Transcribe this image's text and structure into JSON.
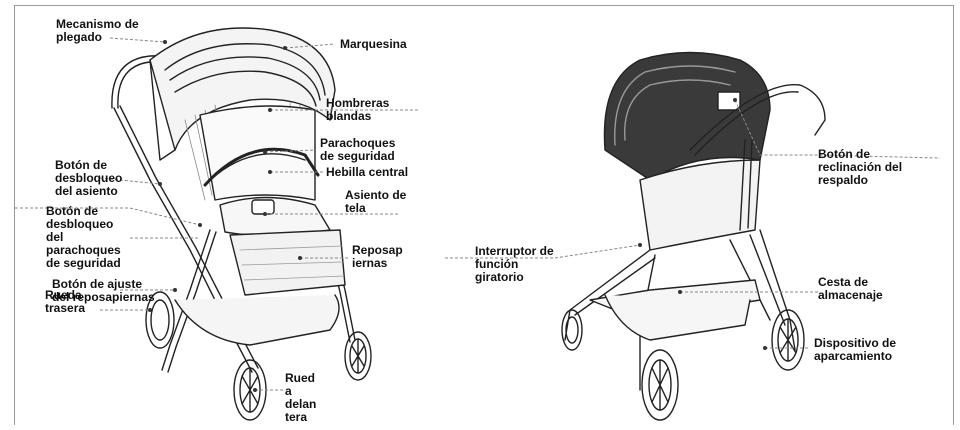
{
  "left_stroller": {
    "labels": {
      "folding_mechanism": "Mecanismo de\nplegado",
      "canopy": "Marquesina",
      "shoulder_pads": "Hombreras\nblandas",
      "bumper_bar": "Parachoques\nde seguridad",
      "center_buckle": "Hebilla central",
      "seat_release": "Botón de\ndesbloqueo\ndel asiento",
      "fabric_seat": "Asiento de\ntela",
      "bumper_release": "Botón de\ndesbloqueo\ndel\nparachoques\nde seguridad",
      "legrest": "Reposap\niernas",
      "legrest_adjust": "Botón de ajuste\ndel reposapiernas",
      "rear_wheel": "Rueda\ntrasera",
      "front_wheel": "Rued\na\ndelan\ntera"
    }
  },
  "right_stroller": {
    "labels": {
      "recline_button": "Botón de\nreclinación del\nrespaldo",
      "swivel_switch": "Interruptor de\nfunción\ngiratorio",
      "storage_basket": "Cesta de\nalmacenaje",
      "brake": "Dispositivo de\naparcamiento"
    }
  }
}
